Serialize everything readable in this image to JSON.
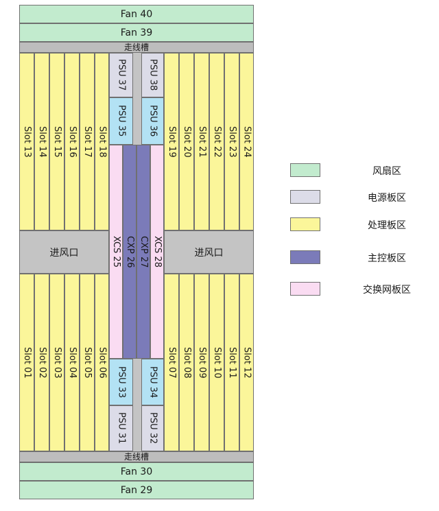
{
  "fans": {
    "top1": "Fan 40",
    "top2": "Fan 39",
    "bottom1": "Fan 30",
    "bottom2": "Fan 29"
  },
  "cable_tray": "走线槽",
  "inlet": "进风口",
  "slots_upper_left": [
    "Slot 13",
    "Slot 14",
    "Slot 15",
    "Slot 16",
    "Slot 17",
    "Slot 18"
  ],
  "slots_upper_right": [
    "Slot 19",
    "Slot 20",
    "Slot 21",
    "Slot 22",
    "Slot 23",
    "Slot 24"
  ],
  "slots_lower_left": [
    "Slot 01",
    "Slot 02",
    "Slot 03",
    "Slot 04",
    "Slot 05",
    "Slot 06"
  ],
  "slots_lower_right": [
    "Slot 07",
    "Slot 08",
    "Slot 09",
    "Slot 10",
    "Slot 11",
    "Slot 12"
  ],
  "psu": {
    "p37": "PSU 37",
    "p38": "PSU 38",
    "p35": "PSU 35",
    "p36": "PSU 36",
    "p33": "PSU 33",
    "p34": "PSU 34",
    "p31": "PSU 31",
    "p32": "PSU 32"
  },
  "center": {
    "xcs25": "XCS 25",
    "cxp26": "CXP 26",
    "cxp27": "CXP 27",
    "xcs28": "XCS 28"
  },
  "legend": [
    {
      "label": "风扇区",
      "color": "#c2ebce"
    },
    {
      "label": "电源板区",
      "color": "#dcdce8"
    },
    {
      "label": "处理板区",
      "color": "#fbf69a"
    },
    {
      "label": "主控板区",
      "color": "#7b7bb9"
    },
    {
      "label": "交换网板区",
      "color": "#fadcf2"
    }
  ]
}
